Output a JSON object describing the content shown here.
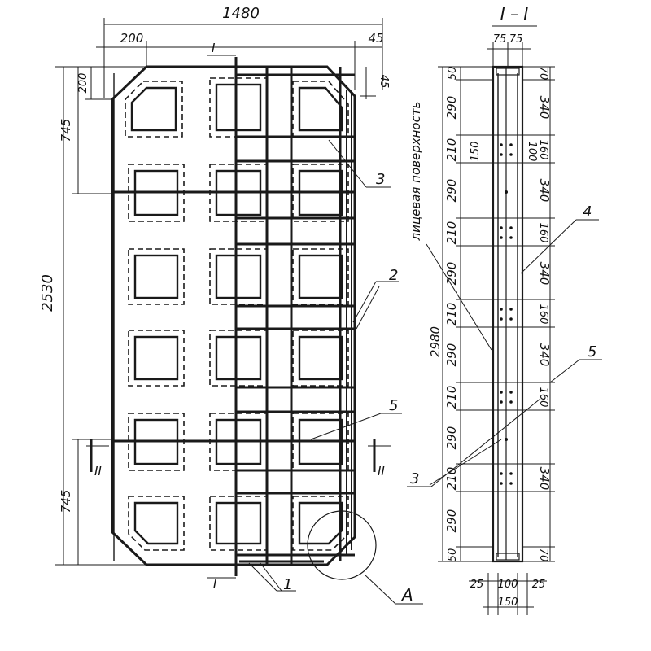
{
  "plan": {
    "width_label": "1480",
    "edge_left_label": "200",
    "edge_right_label": "45",
    "corner_label": "200",
    "small_right_label": "45",
    "height_label": "2530",
    "top_span_label": "745",
    "bottom_span_label": "745",
    "section_I_top": "I",
    "section_I_bottom": "I",
    "section_II_left": "II",
    "section_II_right": "II",
    "callout_1": "1",
    "callout_2": "2",
    "callout_3": "3",
    "callout_5": "5",
    "detail_A": "A"
  },
  "section": {
    "title": "I – I",
    "top_left_label": "75",
    "top_right_label": "75",
    "face_label": "лицевая поверхность",
    "overall_label": "2980",
    "left_dims": [
      "50",
      "290",
      "210",
      "290",
      "210",
      "290",
      "210",
      "290",
      "210",
      "290",
      "210",
      "290",
      "50"
    ],
    "right_dims": [
      "70",
      "340",
      "160",
      "340",
      "160",
      "340",
      "160",
      "340",
      "160",
      "340",
      "70"
    ],
    "small_150": "150",
    "small_100": "100",
    "bottom_left": "25",
    "bottom_mid": "100",
    "bottom_right": "25",
    "bottom_total": "150",
    "callout_3": "3",
    "callout_4": "4",
    "callout_5": "5"
  }
}
